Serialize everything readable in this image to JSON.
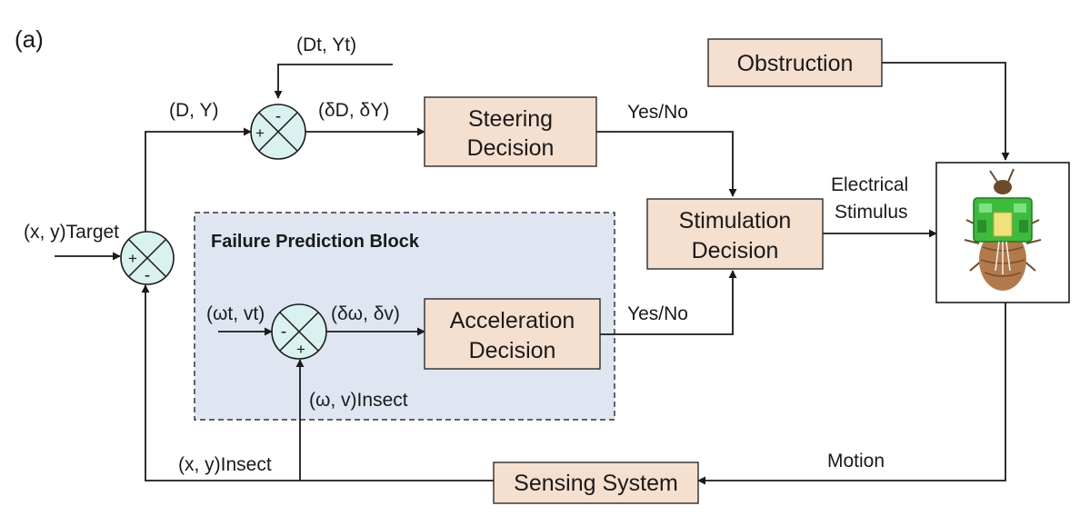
{
  "panel_label": "(a)",
  "colors": {
    "block_fill": "#f5dfcf",
    "sum_fill": "#d9f1ef",
    "failure_region_fill": "#dfe6f2",
    "line": "#1a1a1a"
  },
  "blocks": {
    "obstruction": "Obstruction",
    "steering_1": "Steering",
    "steering_2": "Decision",
    "stimulation_1": "Stimulation",
    "stimulation_2": "Decision",
    "acceleration_1": "Acceleration",
    "acceleration_2": "Decision",
    "sensing": "Sensing System"
  },
  "failure_block_title": "Failure Prediction Block",
  "labels": {
    "dt_yt": "(Dt, Yt)",
    "d_y": "(D, Y)",
    "delta_d_y": "(δD, δY)",
    "yes_no_top": "Yes/No",
    "yes_no_bottom": "Yes/No",
    "electrical": "Electrical",
    "stimulus": "Stimulus",
    "xy_target": "(x, y)Target",
    "omega_v_t": "(ωt, vt)",
    "delta_omega_v": "(δω, δv)",
    "omega_v_insect": "(ω, v)Insect",
    "xy_insect": "(x, y)Insect",
    "motion": "Motion"
  },
  "summing_signs": {
    "top": [
      "+",
      "-"
    ],
    "left": [
      "+",
      "-"
    ],
    "failure": [
      "-",
      "+"
    ]
  },
  "insect_icon": "beetle-with-backpack-icon"
}
